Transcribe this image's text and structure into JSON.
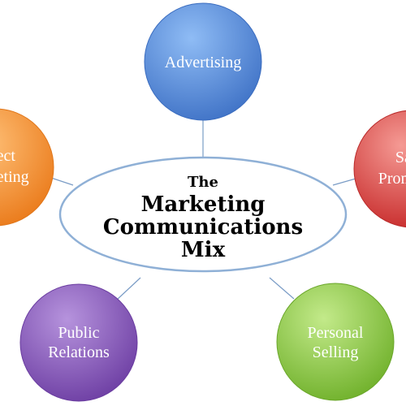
{
  "center": {
    "line1": "The",
    "line2": "Marketing",
    "line3": "Communications",
    "line4": "Mix"
  },
  "nodes": {
    "advertising": {
      "line1": "Advertising"
    },
    "sales_promotion": {
      "line1": "Sales",
      "line2": "Promotion"
    },
    "personal_selling": {
      "line1": "Personal",
      "line2": "Selling"
    },
    "public_relations": {
      "line1": "Public",
      "line2": "Relations"
    },
    "direct_marketing": {
      "line1": "Direct",
      "line2": "Marketing"
    }
  },
  "colors": {
    "connector": "#7a9cc6",
    "ellipse_stroke": "#8fb0d6",
    "advertising": "#4f87d8",
    "sales_promotion": "#e0413e",
    "personal_selling": "#86c63a",
    "public_relations": "#8551b5",
    "direct_marketing": "#f28a2a"
  }
}
